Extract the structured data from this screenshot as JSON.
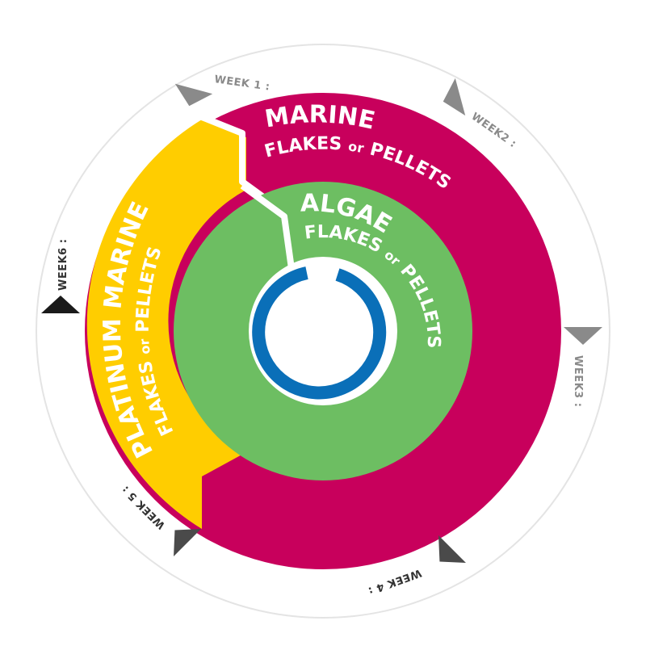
{
  "segments": {
    "marine": {
      "title": "MARINE",
      "subtitle_a": "FLAKES",
      "subtitle_or": "or",
      "subtitle_b": "PELLETS",
      "color": "#c8005c"
    },
    "algae": {
      "title": "ALGAE",
      "subtitle_a": "FLAKES",
      "subtitle_or": "or",
      "subtitle_b": "PELLETS",
      "color": "#6dbe62"
    },
    "platinum": {
      "title": "PLATINUM MARINE",
      "subtitle_a": "FLAKES",
      "subtitle_or": "or",
      "subtitle_b": "PELLETS",
      "color": "#ffcd00"
    }
  },
  "center_ring_color": "#0a6fb8",
  "weeks": [
    {
      "label": "WEEK 1 :",
      "marker_color": "#8a8a8a"
    },
    {
      "label": "WEEK2 :",
      "marker_color": "#8a8a8a"
    },
    {
      "label": "WEEK3 :",
      "marker_color": "#8a8a8a"
    },
    {
      "label": "WEEK 4 :",
      "marker_color": "#4a4a4a"
    },
    {
      "label": "WEEK 5 :",
      "marker_color": "#4a4a4a"
    },
    {
      "label": "WEEK6 :",
      "marker_color": "#1a1a1a"
    }
  ]
}
